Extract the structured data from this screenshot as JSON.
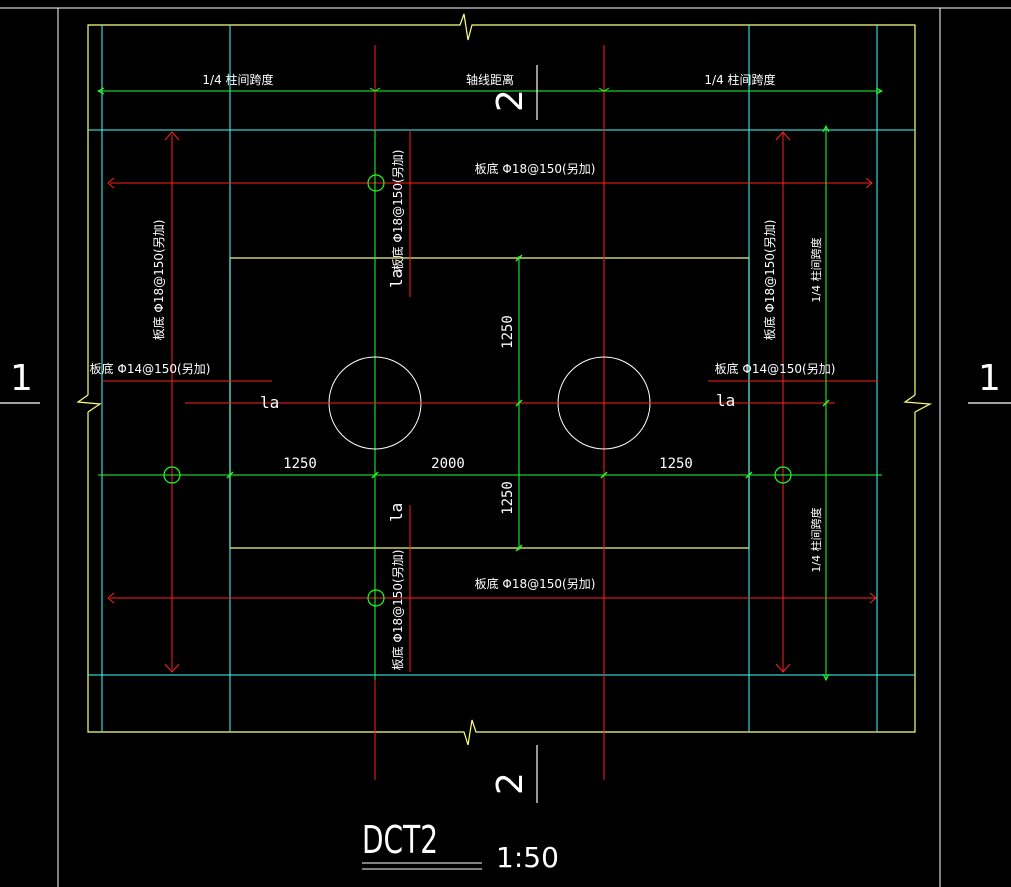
{
  "colors": {
    "background": "#000000",
    "outline": "#ffff80",
    "cyan": "#40ffff",
    "red": "#ff2020",
    "green": "#20ff20",
    "white": "#ffffff",
    "text": "#ffffff"
  },
  "labels": {
    "quarter_span_left": "1/4 柱间跨度",
    "axis_distance": "轴线距离",
    "quarter_span_right": "1/4 柱间跨度",
    "quarter_span_vert_top": "1/4 柱间跨度",
    "quarter_span_vert_bottom": "1/4 柱间跨度",
    "rebar_top_horizontal": "板底 Φ18@150(另加)",
    "rebar_bottom_horizontal": "板底 Φ18@150(另加)",
    "rebar_top_vertical": "板底 Φ18@150(另加)",
    "rebar_bottom_vertical": "板底 Φ18@150(另加)",
    "rebar_left_vertical": "板底 Φ18@150(另加)",
    "rebar_right_vertical": "板底 Φ18@150(另加)",
    "rebar_left_horizontal": "板底 Φ14@150(另加)",
    "rebar_right_horizontal": "板底 Φ14@150(另加)",
    "la_left": "la",
    "la_right": "la",
    "la_top": "la",
    "la_bottom": "la"
  },
  "dimensions": {
    "left": "1250",
    "middle": "2000",
    "right": "1250",
    "vertical_top": "1250",
    "vertical_bottom": "1250"
  },
  "section_marks": {
    "left": "1",
    "right": "1",
    "top": "2",
    "bottom": "2"
  },
  "title": {
    "name": "DCT2",
    "scale": "1:50"
  }
}
